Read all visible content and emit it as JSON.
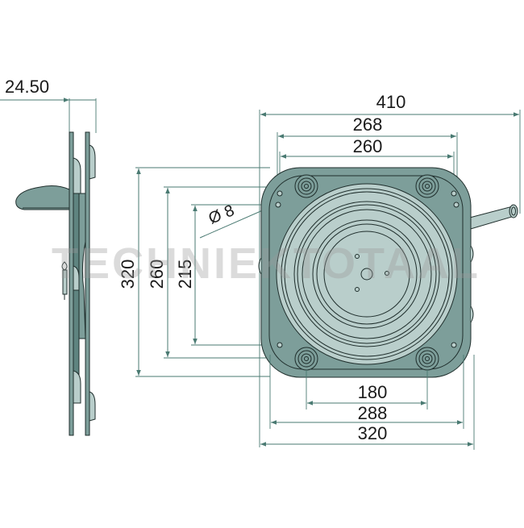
{
  "drawing": {
    "title": "Swivel seat base (turntable) technical drawing",
    "watermark": "TECHNIEKTOTAAL",
    "colors": {
      "part_fill": "#7d9e9a",
      "part_light": "#b9cecb",
      "dimension_line": "#4a7a72",
      "outline": "#1f2e2c",
      "text": "#1a1a1a"
    },
    "side_view": {
      "thickness_dim": "24.50"
    },
    "front_view": {
      "horizontal_dims": {
        "overall_with_handle": "410",
        "outer_hole_spacing": "268",
        "inner_hole_spacing": "260",
        "bottom_bolt_spacing": "180",
        "plate_inner_width": "288",
        "plate_width": "320"
      },
      "vertical_dims": {
        "plate_height": "320",
        "hole_spacing": "260",
        "inner_spacing": "215"
      },
      "hole_diameter": "Ø 8"
    }
  }
}
